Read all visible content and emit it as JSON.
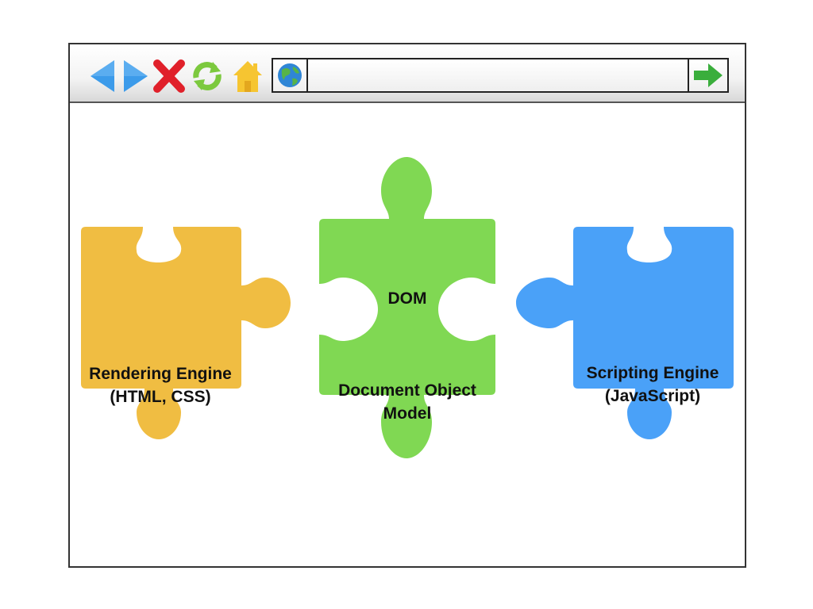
{
  "browser": {
    "address_value": "",
    "address_placeholder": ""
  },
  "pieces": {
    "rendering": {
      "line1": "Rendering Engine",
      "line2": "(HTML, CSS)",
      "color": "#F0BD42"
    },
    "dom": {
      "title": "DOM",
      "line1": "Document Object",
      "line2": "Model",
      "color": "#80D853"
    },
    "scripting": {
      "line1": "Scripting Engine",
      "line2": "(JavaScript)",
      "color": "#4AA1F8"
    }
  },
  "colors": {
    "arrow_blue": "#3C9BEA",
    "stop_red": "#E0202A",
    "refresh_green": "#7CC93E",
    "home_yellow": "#F6C531",
    "go_green": "#3AAE3C"
  }
}
